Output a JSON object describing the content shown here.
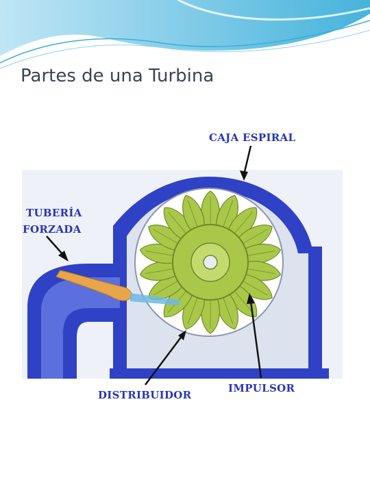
{
  "slide": {
    "title": "Partes de una Turbina"
  },
  "diagram": {
    "labels": {
      "caja_espiral": "CAJA ESPIRAL",
      "tuberia_line1": "TUBERÍA",
      "tuberia_line2": "FORZADA",
      "distribuidor": "DISTRIBUIDOR",
      "impulsor": "IMPULSOR"
    },
    "colors": {
      "casing_blue": "#2f42c6",
      "runner_green": "#a9c84a",
      "penstock_orange": "#e8a54a",
      "label_blue": "#2734b8",
      "water_blue": "#6db9e4"
    }
  }
}
